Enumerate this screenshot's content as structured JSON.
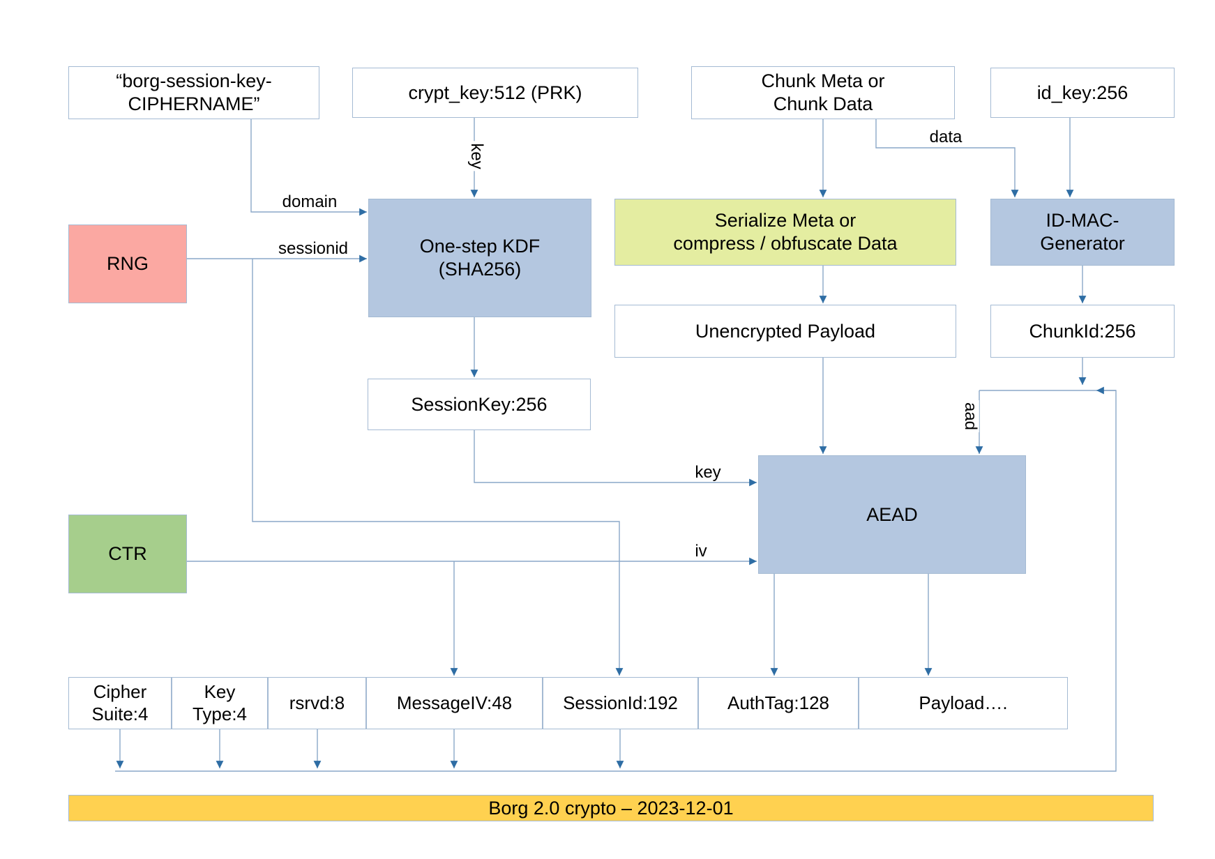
{
  "diagram": {
    "nodes": {
      "borg_session_key": {
        "label": "“borg-session-key-\nCIPHERNAME”"
      },
      "crypt_key": {
        "label": "crypt_key:512 (PRK)"
      },
      "chunk_input": {
        "label": "Chunk Meta or\nChunk Data"
      },
      "id_key": {
        "label": "id_key:256"
      },
      "rng": {
        "label": "RNG"
      },
      "kdf": {
        "label": "One-step KDF\n(SHA256)"
      },
      "serialize": {
        "label": "Serialize Meta or\ncompress / obfuscate Data"
      },
      "id_mac_generator": {
        "label": "ID-MAC-\nGenerator"
      },
      "unencrypted_payload": {
        "label": "Unencrypted Payload"
      },
      "chunk_id": {
        "label": "ChunkId:256"
      },
      "session_key": {
        "label": "SessionKey:256"
      },
      "ctr": {
        "label": "CTR"
      },
      "aead": {
        "label": "AEAD"
      }
    },
    "wire_labels": {
      "domain": "domain",
      "sessionid": "sessionid",
      "kdf_key": "key",
      "data": "data",
      "aead_key": "key",
      "iv": "iv",
      "aad": "aad"
    },
    "message_fields": [
      "Cipher\nSuite:4",
      "Key\nType:4",
      "rsrvd:8",
      "MessageIV:48",
      "SessionId:192",
      "AuthTag:128",
      "Payload…."
    ],
    "footer": {
      "label": "Borg 2.0 crypto – 2023-12-01"
    },
    "colors": {
      "process": "#b4c7e0",
      "rng": "#fba8a2",
      "ctr": "#a6ce8c",
      "serialize": "#e4eda1",
      "footer": "#ffd150",
      "wire": "#8aa7c8",
      "arrowhead": "#2e6da4",
      "border": "#a4bad3"
    }
  }
}
